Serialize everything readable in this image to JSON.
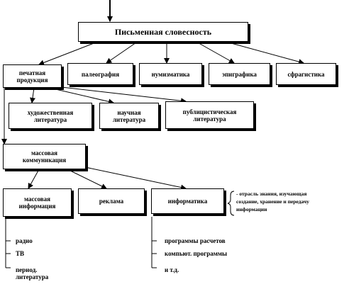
{
  "diagram": {
    "root": "Письменная словесность",
    "level1": [
      "печатная\nпродукция",
      "палеография",
      "нумизматика",
      "эпиграфика",
      "сфрагистика"
    ],
    "level2": [
      "художественная\nлитература",
      "научная\nлитература",
      "публицистическая\nлитература"
    ],
    "mass_comm": "массовая\nкоммуникация",
    "level3": [
      "массовая\nинформация",
      "реклама",
      "информатика"
    ],
    "informatika_note": "- отрасль знания, изучающая\nсоздание, хранение и передачу\nинформации",
    "mass_info_items": [
      "радио",
      "ТВ",
      "период.\nлитература"
    ],
    "informatika_items": [
      "программы расчетов",
      "компьют. программы",
      "и т.д."
    ]
  }
}
